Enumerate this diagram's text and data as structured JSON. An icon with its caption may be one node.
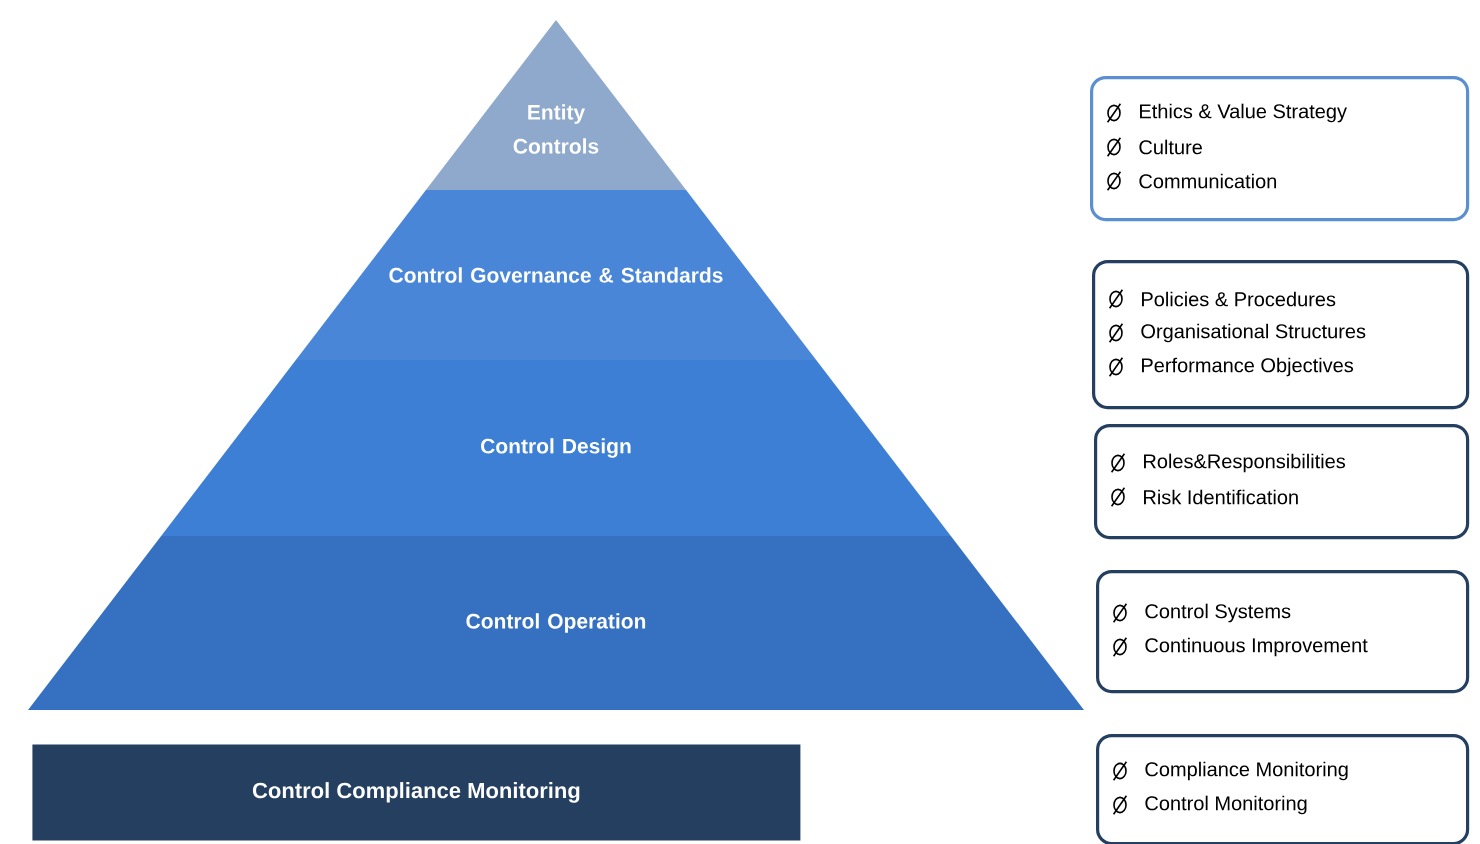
{
  "diagram": {
    "nodes": [
      {
        "text": [
          "Entity Controls"
        ]
      },
      {
        "text": [
          "Control Governance & Standards"
        ]
      },
      {
        "text": [
          "Control Design"
        ]
      },
      {
        "text": [
          "Control Operation"
        ]
      },
      {
        "text": [
          "Control Compliance Monitoring"
        ]
      },
      {
        "text": [
          "Ethics & Value Strategy",
          "Culture",
          "Communication"
        ]
      },
      {
        "text": [
          "Policies & Procedures",
          "Organisational Structures",
          "Performance Objectives"
        ]
      },
      {
        "text": [
          "Roles&Responsibilities",
          "Risk Identification"
        ]
      },
      {
        "text": [
          "Control Systems",
          "Continuous Improvement"
        ]
      },
      {
        "text": [
          "Compliance Monitoring",
          "Control Monitoring"
        ]
      }
    ]
  }
}
